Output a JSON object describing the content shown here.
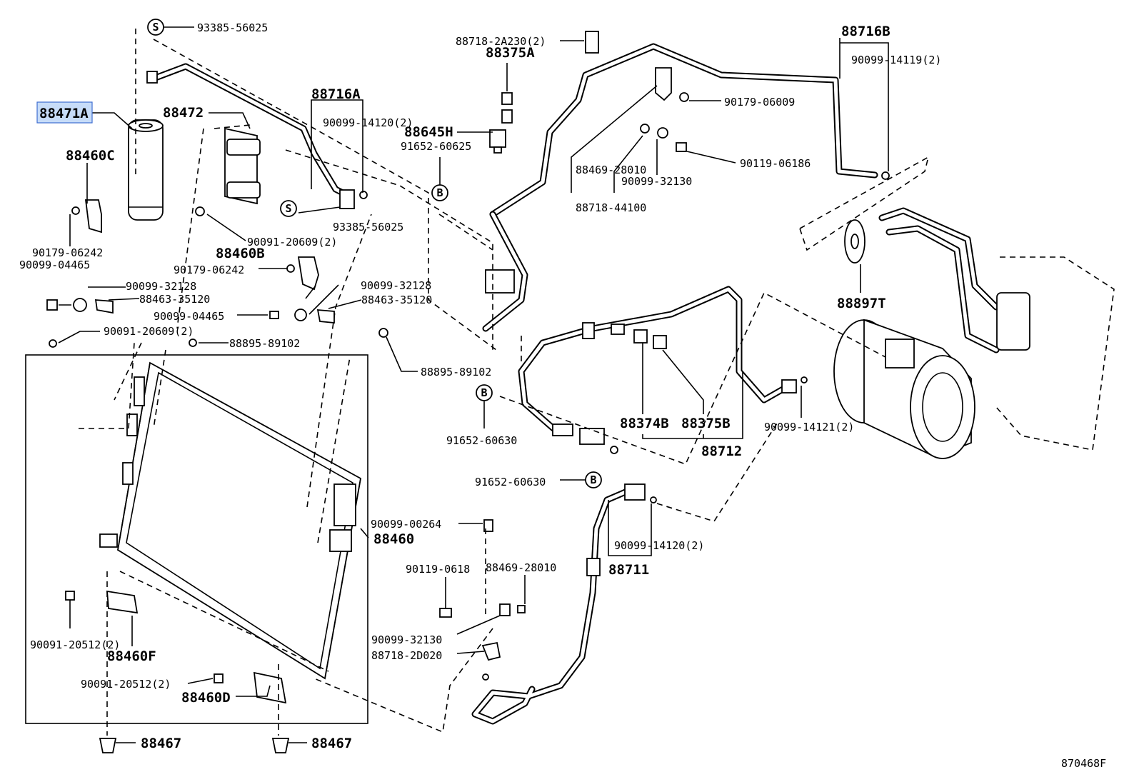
{
  "labels": {
    "p88471A": "88471A",
    "p93385_top": "93385-56025",
    "p88460C": "88460C",
    "p88472": "88472",
    "p88716A": "88716A",
    "p90099_14120_a": "90099-14120(2)",
    "p88645H": "88645H",
    "p91652_60625": "91652-60625",
    "p88718_2A230": "88718-2A230(2)",
    "p88375A": "88375A",
    "p88716B": "88716B",
    "p90099_14119": "90099-14119(2)",
    "p90179_06009": "90179-06009",
    "p90119_06186": "90119-06186",
    "p88469_28010_a": "88469-28010",
    "p90099_32130_a": "90099-32130",
    "p88718_44100": "88718-44100",
    "p93385_mid": "93385-56025",
    "p90091_20609_a": "90091-20609(2)",
    "p90179_06242_a": "90179-06242",
    "p90099_04465_a": "90099-04465",
    "p88460B": "88460B",
    "p90179_06242_b": "90179-06242",
    "p90099_32128_a": "90099-32128",
    "p88463_35120_a": "88463-35120",
    "p90099_32128_b": "90099-32128",
    "p88463_35120_b": "88463-35120",
    "p90099_04465_b": "90099-04465",
    "p90091_20609_b": "90091-20609(2)",
    "p88895_89102_a": "88895-89102",
    "p88895_89102_b": "88895-89102",
    "p88897T": "88897T",
    "p91652_60630_a": "91652-60630",
    "p88374B": "88374B",
    "p88375B": "88375B",
    "p90099_14121": "90099-14121(2)",
    "p88712": "88712",
    "p91652_60630_b": "91652-60630",
    "p90099_14120_b": "90099-14120(2)",
    "p88711": "88711",
    "p90099_00264": "90099-00264",
    "p88460": "88460",
    "p90119_06186_b": "90119-0618",
    "p88469_28010_b": "88469-28010",
    "p90099_32130_b": "90099-32130",
    "p88718_2D020": "88718-2D020",
    "p90091_20512_a": "90091-20512(2)",
    "p88460F": "88460F",
    "p90091_20512_b": "90091-20512(2)",
    "p88460D": "88460D",
    "p88467_a": "88467",
    "p88467_b": "88467",
    "figure_code": "870468F"
  },
  "callouts": {
    "s_letter": "S",
    "b_letter": "B"
  },
  "highlight_color": "#c7dcf8"
}
